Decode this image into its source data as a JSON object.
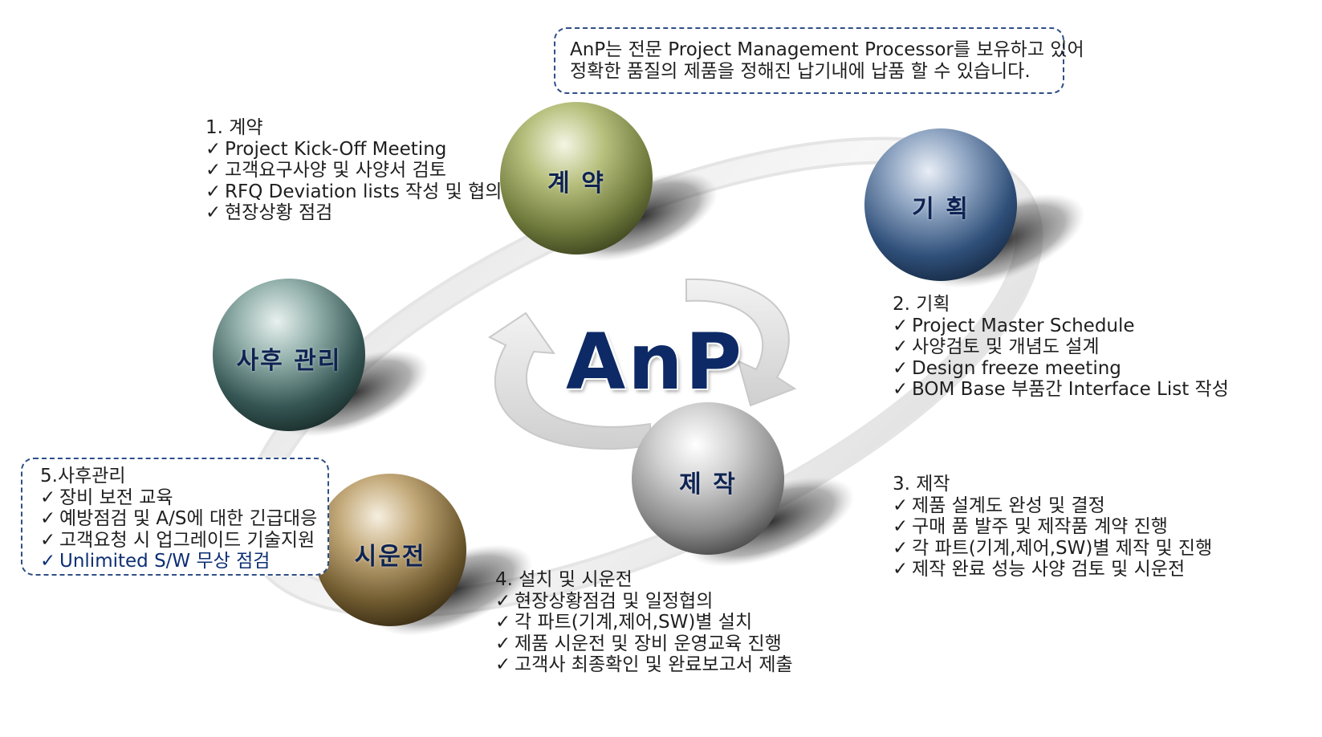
{
  "center_title": "AnP",
  "info_box": {
    "line1": "AnP는 전문 Project Management Processor를 보유하고 있어",
    "line2": "정확한 품질의 제품을 정해진 납기내에 납품 할 수 있습니다."
  },
  "nodes": {
    "contract": "계 약",
    "planning": "기 획",
    "manufacturing": "제 작",
    "commissioning": "시운전",
    "aftercare": "사후 관리"
  },
  "check_mark": "✓",
  "steps": {
    "contract": {
      "heading": "1. 계약",
      "items": [
        "Project Kick-Off Meeting",
        "고객요구사양 및 사양서 검토",
        "RFQ Deviation lists 작성 및 협의",
        "현장상황 점검"
      ]
    },
    "planning": {
      "heading": "2. 기획",
      "items": [
        "Project Master Schedule",
        "사양검토 및 개념도 설계",
        "Design freeze meeting",
        "BOM Base 부품간 Interface List 작성"
      ]
    },
    "manufacturing": {
      "heading": "3. 제작",
      "items": [
        "제품 설계도 완성 및 결정",
        "구매 품 발주 및 제작품 계약 진행",
        "각 파트(기계,제어,SW)별 제작 및 진행",
        "제작 완료 성능 사양 검토 및 시운전"
      ]
    },
    "commissioning": {
      "heading": "4. 설치 및 시운전",
      "items": [
        "현장상황점검 및 일정협의",
        "각 파트(기계,제어,SW)별 설치",
        "제품 시운전 및 장비 운영교육 진행",
        "고객사 최종확인 및 완료보고서 제출"
      ]
    },
    "aftercare": {
      "heading": "5.사후관리",
      "items": [
        "장비 보전 교육",
        "예방점검 및 A/S에 대한 긴급대응",
        "고객요청 시 업그레이드 기술지원",
        "Unlimited S/W 무상 점검"
      ]
    }
  },
  "colors": {
    "title": "#0d2a66",
    "label": "#0e2352",
    "box_border": "#2e4f86",
    "highlight_text": "#0d2f73",
    "ball_contract": "#6f7a3c",
    "ball_planning": "#2f4f79",
    "ball_manufacturing": "#8a8a8a",
    "ball_commissioning": "#6f5a2f",
    "ball_aftercare": "#355654"
  }
}
